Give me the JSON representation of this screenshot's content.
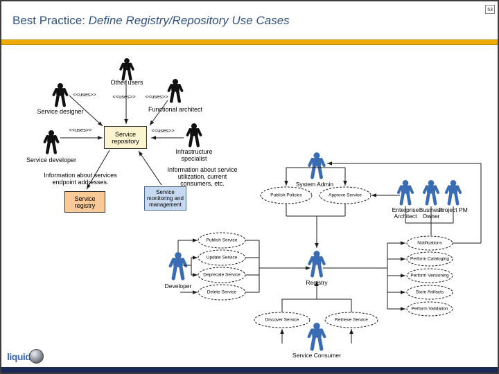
{
  "slide": {
    "title": {
      "prefix": "Best Practice: ",
      "emphasis": "Define Registry/Repository Use Cases"
    },
    "page_number": "53",
    "colors": {
      "title_text": "#2F5181",
      "gold_bar": "#EFAC00",
      "footer_bar": "#1B2A55",
      "actor_blue": "#3A6CB4",
      "actor_black": "#111111",
      "repository_box_bg": "#FCF3CF",
      "registry_box_bg": "#F9C998",
      "monitoring_box_bg": "#C6D9F0"
    }
  },
  "logo": {
    "text": "liquid",
    "globe_icon": "globe-sphere"
  },
  "repository_diagram": {
    "uses_label": "<<uses>>",
    "actors": {
      "other_users": "Other users",
      "service_designer": "Service designer",
      "functional_architect": "Functional architect",
      "service_developer": "Service developer",
      "infrastructure_specialist": "Infrastructure specialist"
    },
    "boxes": {
      "repository": "Service repository",
      "registry": "Service registry",
      "monitoring": "Service monitoring and management"
    },
    "notes": {
      "left": "Information about services endpoint addresses.",
      "right": "Information about service utilization, current consumers, etc."
    }
  },
  "usecase_diagram": {
    "actors": {
      "system_admin": "System Admin",
      "enterprise_architect": "Enterprise Architect",
      "business_owner": "Business Owner",
      "project_pm": "Project PM",
      "developer": "Developer",
      "registry": "Registry",
      "service_consumer": "Service Consumer"
    },
    "use_cases": {
      "publish_policies": "Publish Policies",
      "approve_service": "Approve Service",
      "publish_service": "Publish Service",
      "update_service": "Update Service",
      "deprecate_service": "Deprecate Service",
      "delete_service": "Delete Service",
      "notifications": "Notifications",
      "perform_cataloging": "Perform Cataloging",
      "perform_versioning": "Perform Versioning",
      "store_artifacts": "Store Artifacts",
      "perform_validation": "Perform Validation",
      "discover_service": "Discover Service",
      "retrieve_service": "Retrieve Service"
    }
  }
}
